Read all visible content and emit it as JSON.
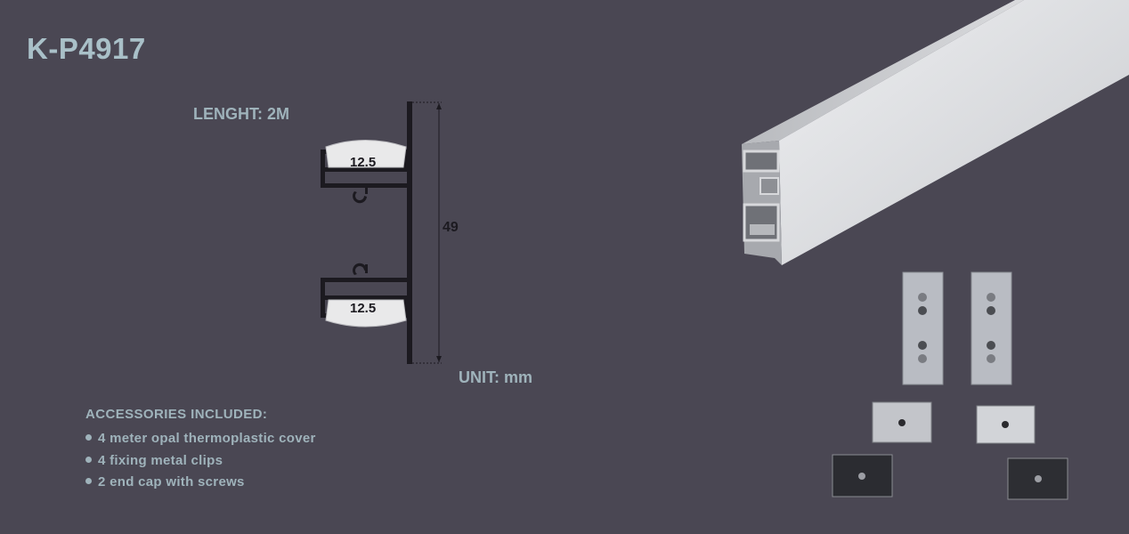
{
  "product": {
    "code": "K-P4917"
  },
  "specs": {
    "length_label": "LENGHT: 2M",
    "unit_label": "UNIT: mm",
    "height_dim": "49",
    "channel_width_top": "12.5",
    "channel_width_bottom": "12.5"
  },
  "accessories": {
    "title": "ACCESSORIES INCLUDED:",
    "items": [
      "4 meter opal thermoplastic cover",
      "4 fixing metal clips",
      "2 end cap with screws"
    ]
  },
  "colors": {
    "background": "#4a4753",
    "title": "#a9c0c8",
    "text": "#9fb3bb",
    "profile": "#1c1a20"
  }
}
